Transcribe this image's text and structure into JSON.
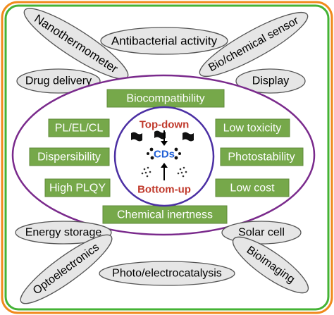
{
  "colors": {
    "outer_border": "#f08a1c",
    "inner_border": "#44b335",
    "properties_ellipse": "#7a2a8c",
    "core_circle": "#4b2fa3",
    "application_fill": "#e6e6e6",
    "application_stroke": "#555555",
    "property_box_fill": "#76a84a",
    "property_box_stroke": "#5f8a38",
    "top_down_text": "#c0392b",
    "bottom_up_text": "#c0392b",
    "cds_text": "#1f5fd6"
  },
  "applications": {
    "nanothermometer": "Nanothermometer",
    "antibacterial": "Antibacterial activity",
    "biochemical_sensor": "Bio/chemical sensor",
    "drug_delivery": "Drug delivery",
    "display": "Display",
    "energy_storage": "Energy storage",
    "solar_cell": "Solar cell",
    "optoelectronics": "Optoelectronics",
    "bioimaging": "Bioimaging",
    "photocatalysis": "Photo/electrocatalysis"
  },
  "properties": {
    "biocompatibility": "Biocompatibility",
    "pl_el_cl": "PL/EL/CL",
    "low_toxicity": "Low toxicity",
    "dispersibility": "Dispersibility",
    "photostability": "Photostability",
    "high_plqy": "High PLQY",
    "low_cost": "Low cost",
    "chemical_inertness": "Chemical inertness"
  },
  "core": {
    "top_down": "Top-down",
    "cds": "CDs",
    "bottom_up": "Bottom-up",
    "flake_icon": "graphene-flake-icon",
    "dots_icon": "nanodot-icon"
  }
}
